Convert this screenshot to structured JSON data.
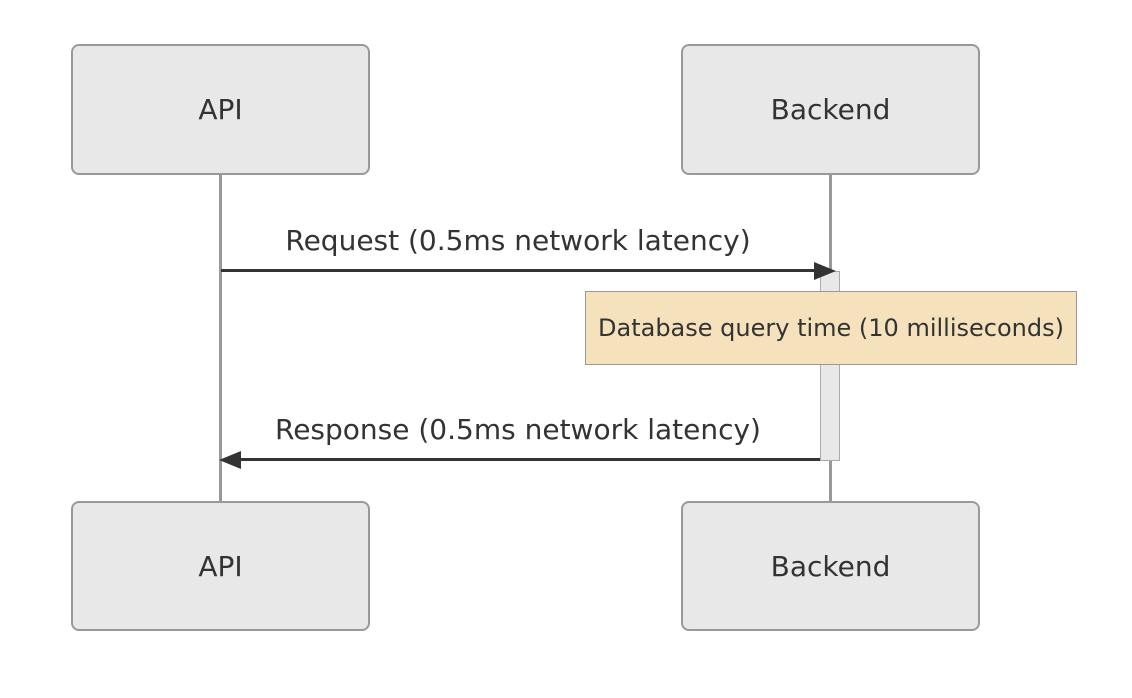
{
  "diagram": {
    "type": "sequence-diagram",
    "actors": [
      {
        "id": "api",
        "label": "API"
      },
      {
        "id": "backend",
        "label": "Backend"
      }
    ],
    "messages": [
      {
        "from": "api",
        "to": "backend",
        "direction": "right",
        "label": "Request (0.5ms network latency)"
      },
      {
        "from": "backend",
        "to": "api",
        "direction": "left",
        "label": "Response (0.5ms network latency)"
      }
    ],
    "note": {
      "over": "backend",
      "label": "Database query time (10 milliseconds)"
    },
    "activation": {
      "on": "backend"
    },
    "colors": {
      "background": "#ffffff",
      "actor-fill": "#e8e8e8",
      "actor-border": "#999999",
      "lifeline": "#999999",
      "activation-fill": "#e8e8e8",
      "activation-border": "#aaaaaa",
      "note-fill": "#f5e1bc",
      "note-border": "#999999",
      "message": "#333333",
      "text": "#333333"
    }
  }
}
